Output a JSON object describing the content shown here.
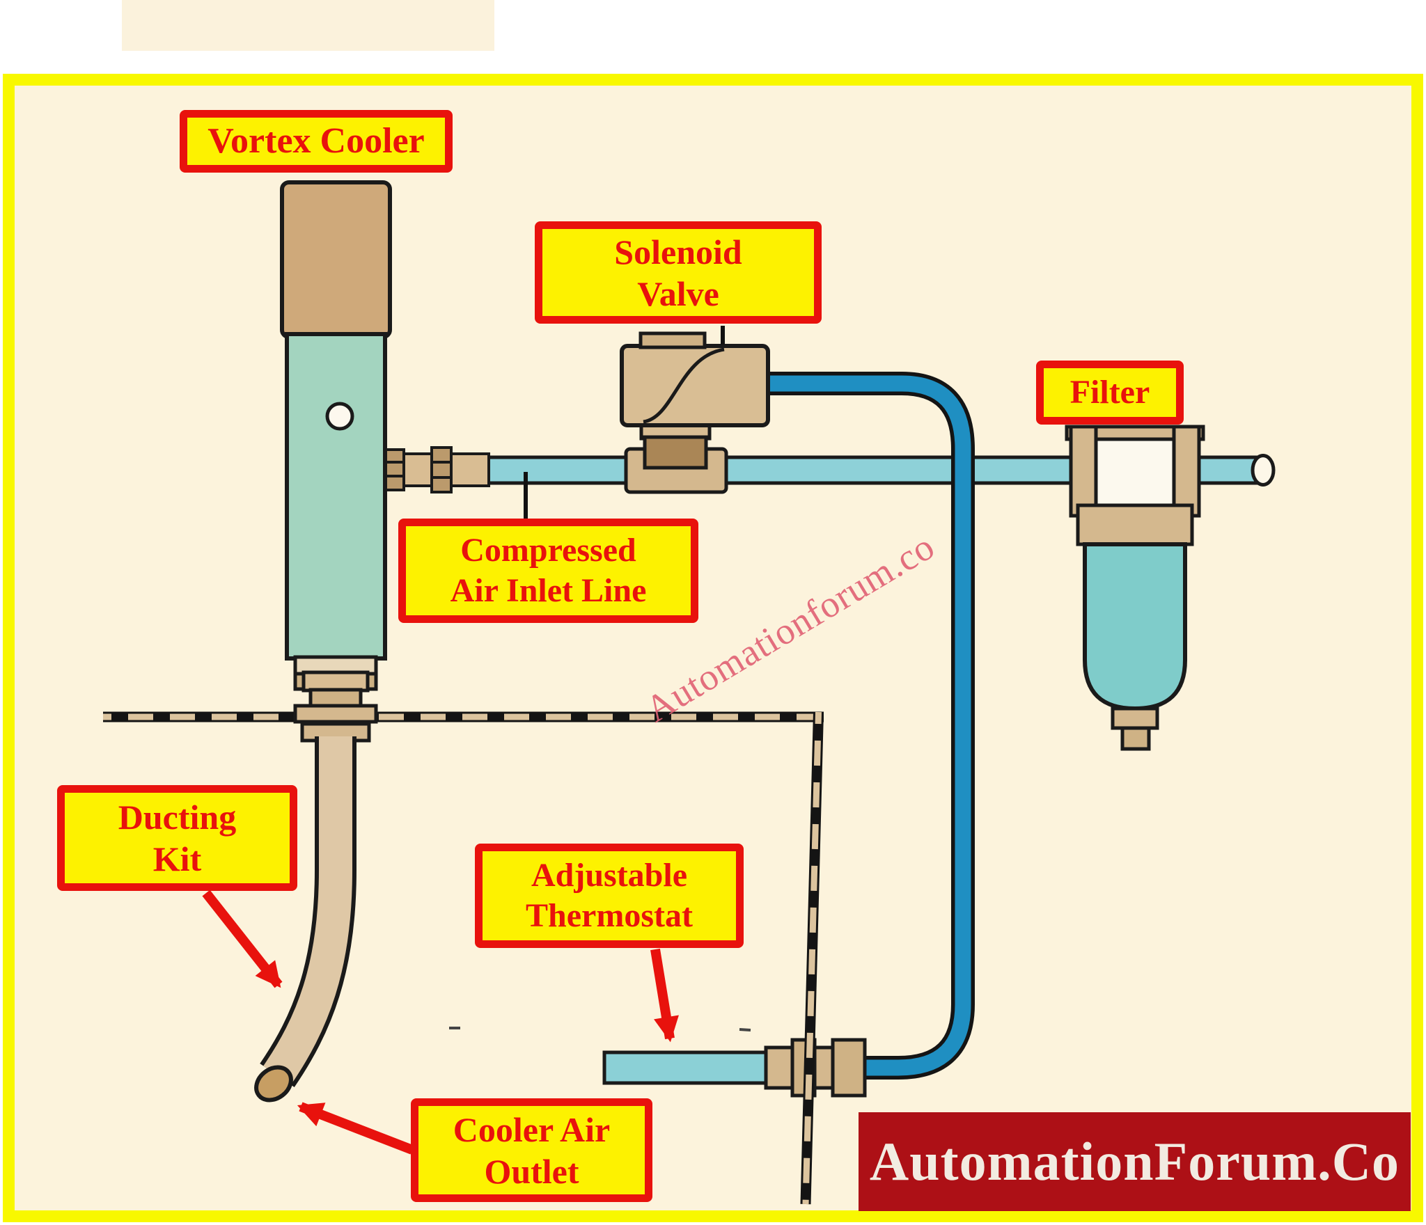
{
  "labels": {
    "vortex_cooler": "Vortex Cooler",
    "solenoid_valve": "Solenoid\nValve",
    "compressed_air_inlet_line": "Compressed\nAir Inlet Line",
    "filter": "Filter",
    "ducting_kit": "Ducting\nKit",
    "adjustable_thermostat": "Adjustable\nThermostat",
    "cooler_air_outlet": "Cooler Air\nOutlet"
  },
  "watermark": {
    "text": "Automationforum.co",
    "color": "#e05f72"
  },
  "logo": {
    "text": "AutomationForum.Co",
    "background": "#ad1016",
    "text_color": "#f2ebe1"
  },
  "style": {
    "frame_border": "#f8f800",
    "canvas_background": "#fcf3dc",
    "label_background": "#fdf200",
    "label_red": "#e8120d",
    "pipe_light_blue": "#8ed1d8",
    "tube_dark_blue": "#1f8fc2",
    "component_teal": "#a3d4bf",
    "filter_bowl_teal": "#7fccca",
    "fitting_tan": "#d4b88e"
  }
}
